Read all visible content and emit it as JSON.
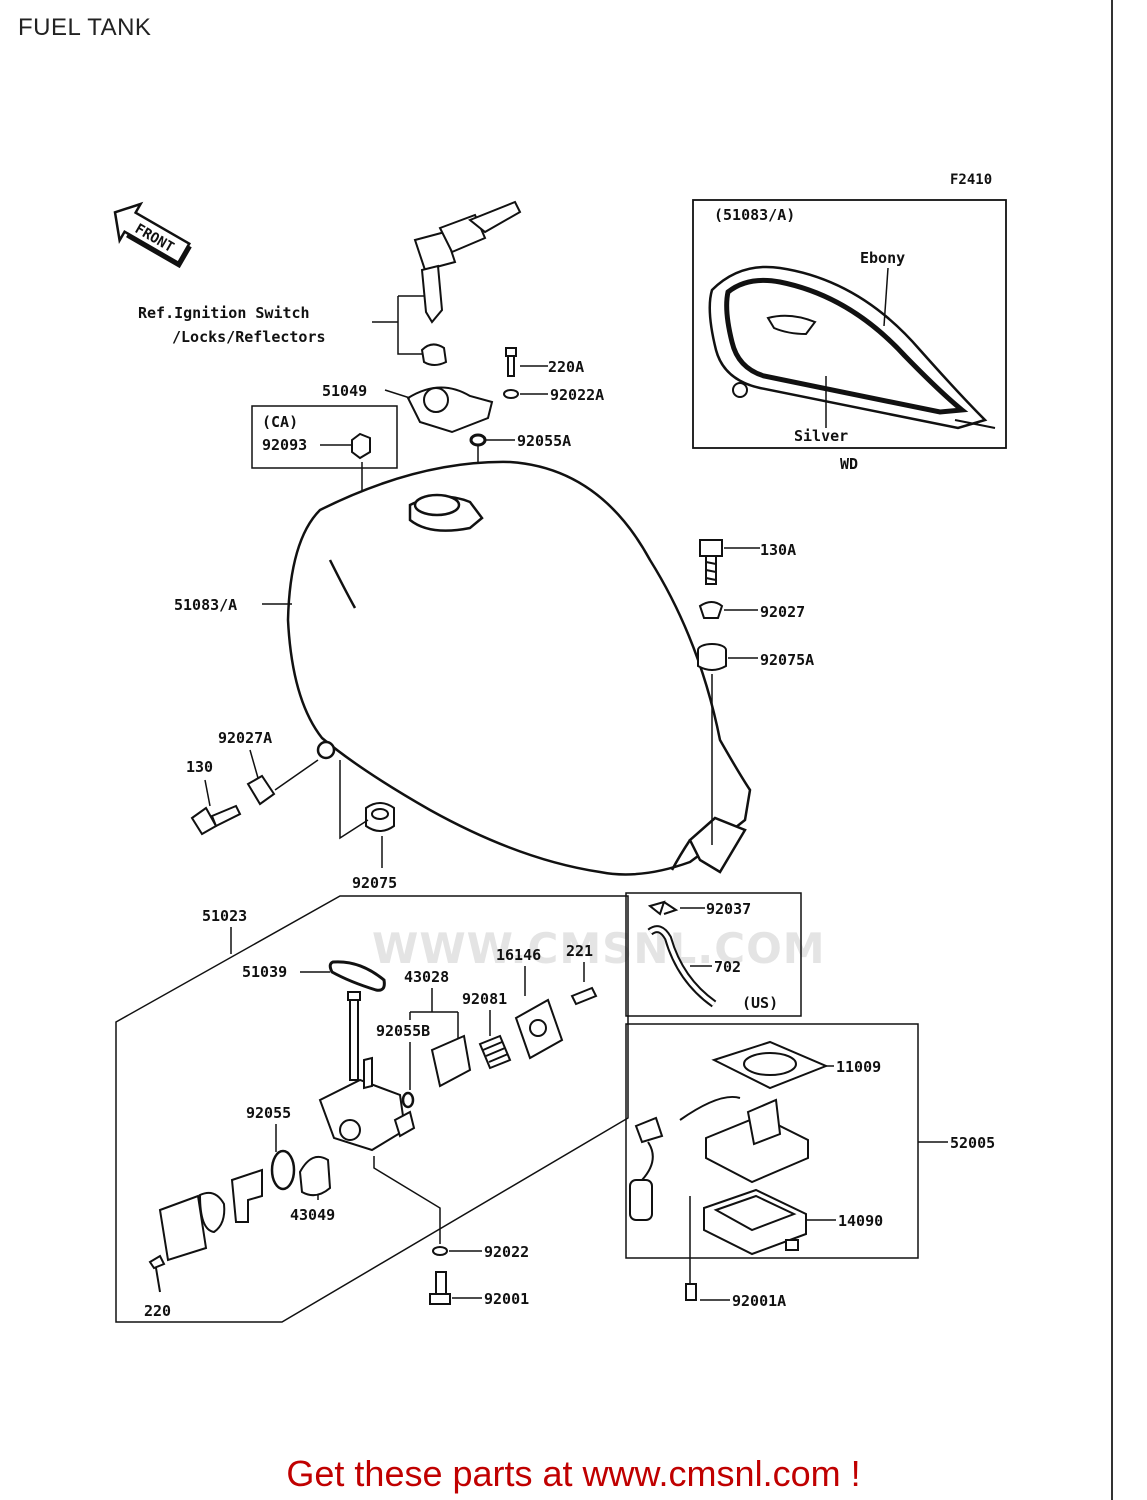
{
  "title": "FUEL TANK",
  "figure_code": "F2410",
  "front_label": "FRONT",
  "ref_note": {
    "line1": "Ref.Ignition Switch",
    "line2": "/Locks/Reflectors"
  },
  "inset": {
    "header": "(51083/A)",
    "ebony": "Ebony",
    "silver": "Silver",
    "model": "WD"
  },
  "ca_box": {
    "label": "(CA)",
    "part": "92093"
  },
  "us_box": {
    "label": "(US)"
  },
  "parts": {
    "p220A": "220A",
    "p51049": "51049",
    "p92022A": "92022A",
    "p92055A": "92055A",
    "p130A": "130A",
    "p92027": "92027",
    "p92075A": "92075A",
    "p51083A": "51083/A",
    "p92027A": "92027A",
    "p130": "130",
    "p92075": "92075",
    "p51023": "51023",
    "p51039": "51039",
    "p43028": "43028",
    "p16146": "16146",
    "p221": "221",
    "p92081": "92081",
    "p92055B": "92055B",
    "p92055": "92055",
    "p43049": "43049",
    "p92022": "92022",
    "p92001": "92001",
    "p220": "220",
    "p92037": "92037",
    "p702": "702",
    "p11009": "11009",
    "p52005": "52005",
    "p14090": "14090",
    "p92001A": "92001A"
  },
  "watermark": "WWW.CMSNL.COM",
  "footer": "Get these parts at www.cmsnl.com !",
  "colors": {
    "footer": "#c00000",
    "line": "#111111"
  }
}
